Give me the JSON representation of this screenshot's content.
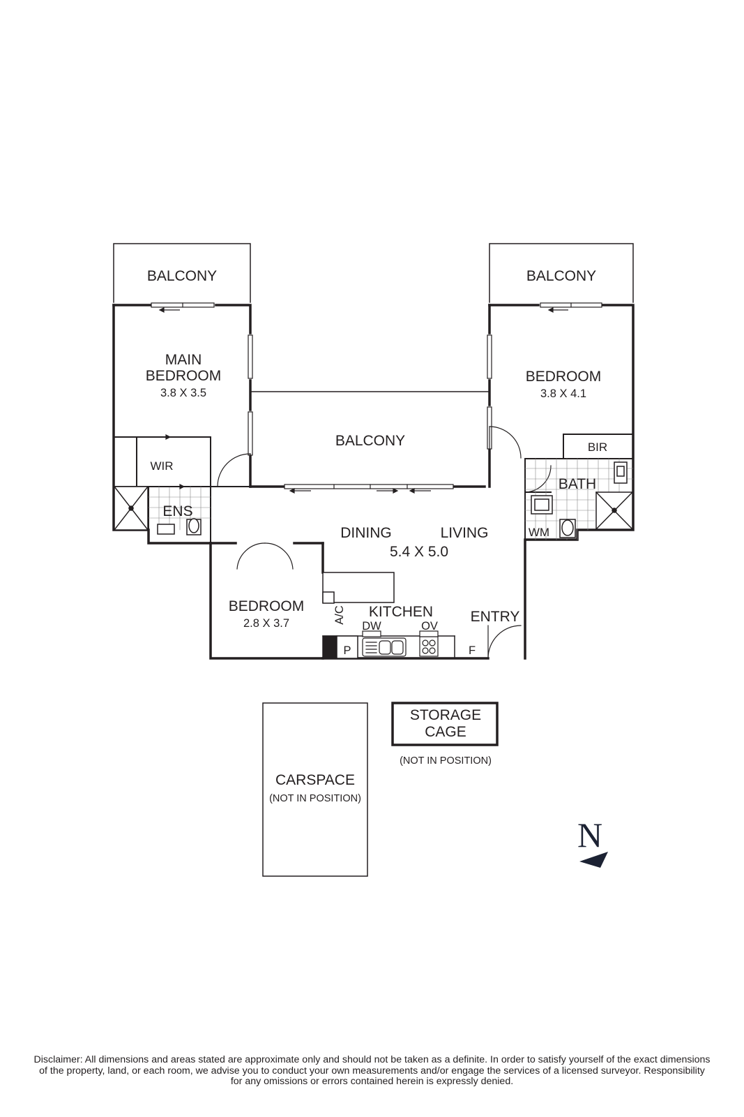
{
  "rooms": {
    "balcony_left": "BALCONY",
    "balcony_right": "BALCONY",
    "balcony_center": "BALCONY",
    "main_bedroom_line1": "MAIN",
    "main_bedroom_line2": "BEDROOM",
    "main_bedroom_dim": "3.8 X 3.5",
    "bedroom_right": "BEDROOM",
    "bedroom_right_dim": "3.8 X 4.1",
    "wir": "WIR",
    "ens": "ENS",
    "bir": "BIR",
    "bath": "BATH",
    "wm": "WM",
    "dining": "DINING",
    "living": "LIVING",
    "dining_living_dim": "5.4 X 5.0",
    "bedroom_small": "BEDROOM",
    "bedroom_small_dim": "2.8 X 3.7",
    "ac": "A/C",
    "kitchen": "KITCHEN",
    "dw": "DW",
    "ov": "OV",
    "entry": "ENTRY",
    "pantry": "P",
    "fridge": "F"
  },
  "storage": {
    "line1": "STORAGE",
    "line2": "CAGE",
    "note": "(NOT IN POSITION)"
  },
  "carspace": {
    "title": "CARSPACE",
    "note": "(NOT IN POSITION)"
  },
  "north": {
    "letter": "N",
    "icon": "north-arrow-icon"
  },
  "disclaimer": {
    "line1": "Disclaimer: All dimensions and areas stated are approximate only and should not be taken as a definite. In order to satisfy yourself of the exact dimensions",
    "line2": "of the property, land, or each room, we advise you to conduct your own measurements and/or engage the services of a licensed surveyor. Responsibility",
    "line3": "for any omissions or errors contained herein is expressly denied."
  }
}
